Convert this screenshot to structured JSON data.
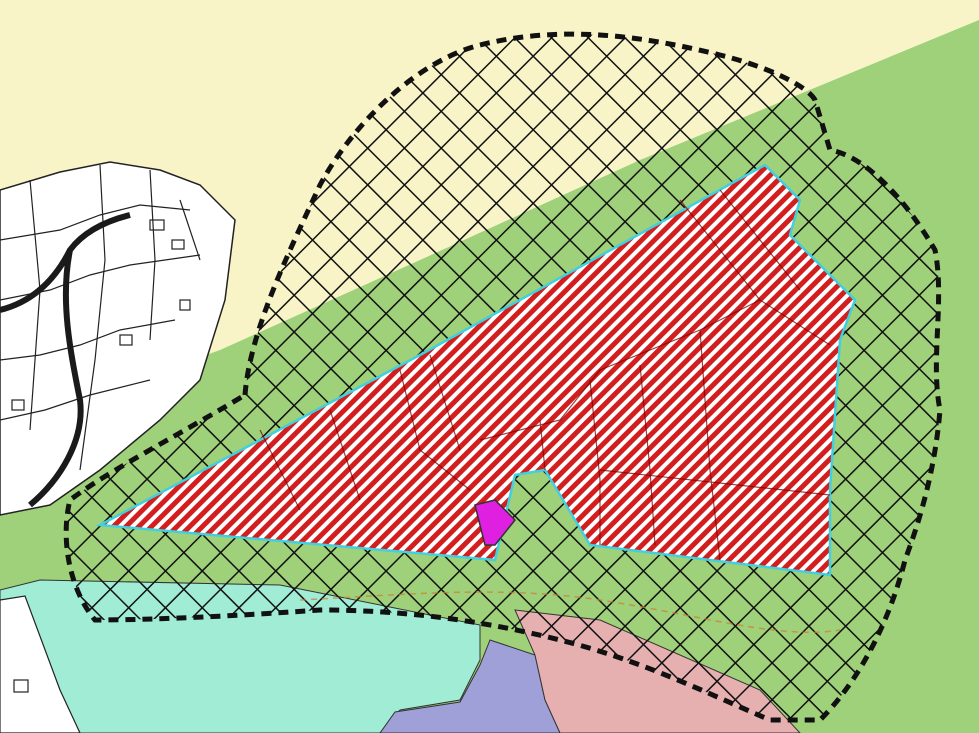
{
  "map": {
    "colors": {
      "background": "#ffffff",
      "yellow_zone": "#f8f4c8",
      "green_zone": "#9fd07a",
      "cyan_zone": "#a0ecd4",
      "lavender_zone": "#a0a0d8",
      "pink_zone": "#e6b0b0",
      "red_hatch": "#d21e1e",
      "magenta_parcel": "#e020e0",
      "cyan_outline": "#40d0e0",
      "boundary_black": "#111111",
      "orange_dash": "#d07a30"
    },
    "layers": [
      {
        "id": "yellow-zone",
        "kind": "land-use-zone"
      },
      {
        "id": "green-zone",
        "kind": "land-use-zone"
      },
      {
        "id": "cyan-zone",
        "kind": "land-use-zone"
      },
      {
        "id": "lavender-zone",
        "kind": "land-use-zone"
      },
      {
        "id": "pink-zone",
        "kind": "land-use-zone"
      },
      {
        "id": "cadastral-parcels",
        "kind": "parcel-lines"
      },
      {
        "id": "crosshatch-boundary",
        "kind": "dashed-boundary-with-crosshatch"
      },
      {
        "id": "red-hatched-area",
        "kind": "diagonal-hatch-area"
      },
      {
        "id": "magenta-parcel",
        "kind": "highlighted-parcel"
      }
    ]
  }
}
